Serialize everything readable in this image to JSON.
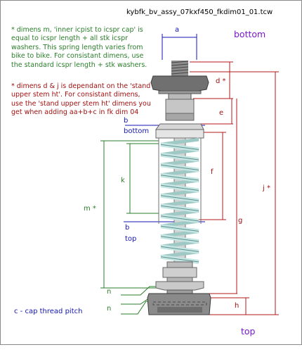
{
  "file_name": "kybfk_bv_assy_07kxf450_fkdim01_01.tcw",
  "notes": {
    "note1": "* dimens m,  'inner icpist to icspr cap' is equal to icspr length + all stk icspr washers.  This spring length varies from bike to bike.  For consistant dimens, use the standard icspr length + stk washers.",
    "note2": "* dimens d & j is dependant  on the 'stand upper stem ht'.  For consistant dimens, use the 'stand upper stem ht' dimens you get when adding aa+b+c in fk dim 04",
    "note3": "c - cap thread pitch"
  },
  "orientation": {
    "bottom": "bottom",
    "top": "top"
  },
  "labels": {
    "a": "a",
    "b_upper": "b",
    "b_upper_sub": "bottom",
    "b_lower": "b",
    "b_lower_sub": "top",
    "d": "d *",
    "e": "e",
    "f": "f",
    "g": "g",
    "h": "h",
    "j": "j *",
    "k": "k",
    "m": "m *",
    "n1": "n",
    "n2": "n"
  },
  "colors": {
    "green": "#2a7d2a",
    "red": "#a01010",
    "purple": "#7a17c8",
    "blue": "#1515b4",
    "spring": "#c5e6e3",
    "part_gray": "#a9a9a9",
    "dark_gray": "#6e6e6e"
  }
}
